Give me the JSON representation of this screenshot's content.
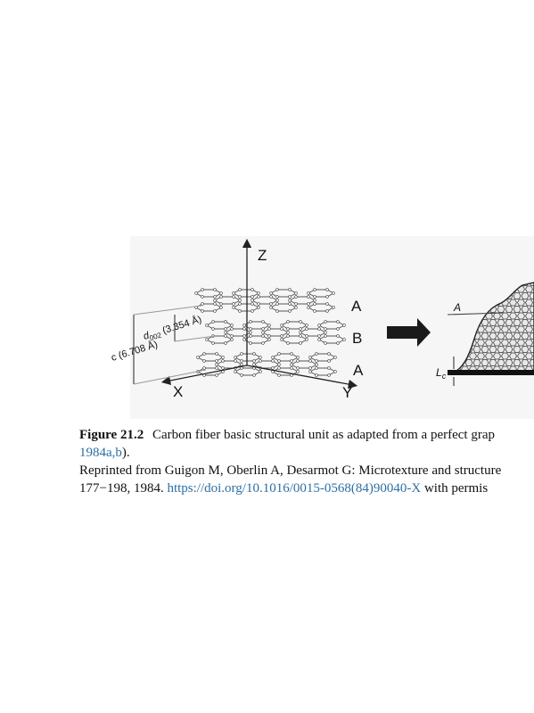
{
  "figure": {
    "axis_labels": {
      "z": "Z",
      "x": "X",
      "y": "Y"
    },
    "stack_layers": [
      "A",
      "B",
      "A"
    ],
    "d002_symbol": "d",
    "d002_subscript": "002",
    "d002_value": "(3.354 Å)",
    "c_label": "c (6.708 Å)",
    "right_panel_label_a": "A",
    "right_panel_lc_symbol": "L",
    "right_panel_lc_subscript": "c"
  },
  "caption": {
    "figure_number": "Figure 21.2",
    "text_line1": "Carbon fiber basic structural unit as adapted from a perfect grap",
    "ref_text": "1984a,b",
    "ref_close": ").",
    "reprint_line": "Reprinted from Guigon M, Oberlin A, Desarmot G: Microtexture and structure",
    "pages": "177−198, 1984.",
    "doi": "https://doi.org/10.1016/0015-0568(84)90040-X",
    "doi_tail": "with permis"
  }
}
